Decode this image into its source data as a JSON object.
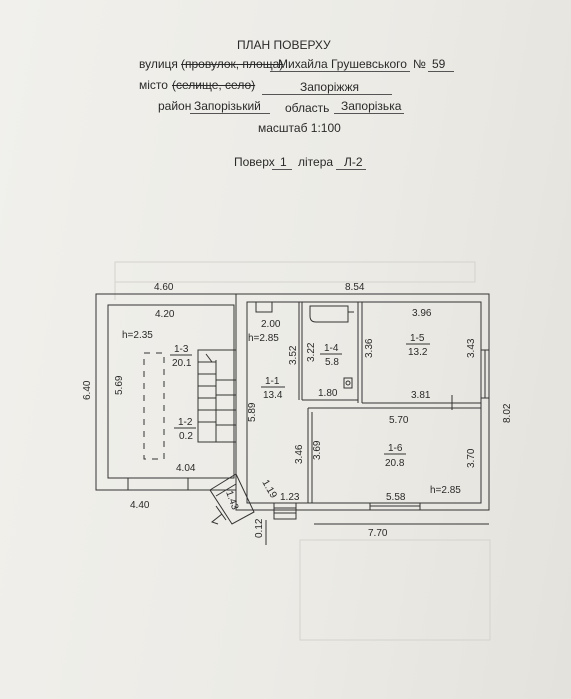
{
  "header": {
    "title": "ПЛАН ПОВЕРХУ",
    "street_label": "вулиця",
    "street_type_options": "(провулок, площа)",
    "street_value": "Михайла Грушевського",
    "number_label": "№",
    "number_value": "59",
    "city_label": "місто",
    "city_type_options": "(селище, село)",
    "city_value": "Запоріжжя",
    "district_label": "район",
    "district_value": "Запорізький",
    "region_label": "область",
    "region_value": "Запорізька",
    "scale": "масштаб 1:100",
    "floor_label": "Поверх",
    "floor_value": "1",
    "letter_label": "літера",
    "letter_value": "Л-2"
  },
  "plan": {
    "dims": {
      "top_left": "4.60",
      "top_total": "8.54",
      "left_height": "6.40",
      "right_height": "8.02",
      "bottom_left": "4.40",
      "bottom_right": "7.70",
      "stair_small": "0.12",
      "in_4_20": "4.20",
      "in_5_69": "5.69",
      "in_4_04": "4.04",
      "in_2_00": "2.00",
      "in_3_52": "3.52",
      "in_3_22": "3.22",
      "in_3_36": "3.36",
      "in_3_96": "3.96",
      "in_3_43": "3.43",
      "in_1_80": "1.80",
      "in_3_81": "3.81",
      "in_5_89": "5.89",
      "in_5_70": "5.70",
      "in_3_46": "3.46",
      "in_3_69": "3.69",
      "in_3_70": "3.70",
      "in_5_58": "5.58",
      "in_1_19": "1.19",
      "in_1_43": "1.43",
      "in_1_23": "1.23"
    },
    "heights": {
      "h_left": "h=2.35",
      "h_mid": "h=2.85",
      "h_right": "h=2.85"
    },
    "rooms": [
      {
        "id": "1-3",
        "area": "20.1"
      },
      {
        "id": "1-2",
        "area": "0.2"
      },
      {
        "id": "1-1",
        "area": "13.4"
      },
      {
        "id": "1-4",
        "area": "5.8"
      },
      {
        "id": "1-5",
        "area": "13.2"
      },
      {
        "id": "1-6",
        "area": "20.8"
      }
    ],
    "colors": {
      "wall": "#cfcfcf",
      "line": "#333333"
    }
  }
}
